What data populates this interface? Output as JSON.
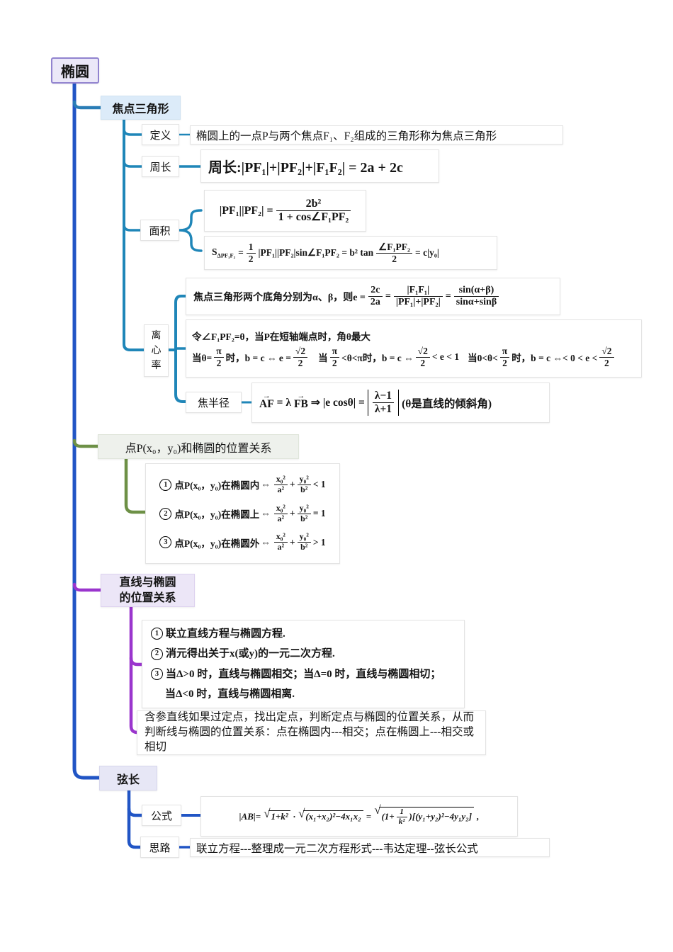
{
  "root": {
    "label": "椭圆"
  },
  "sym": {
    "sqrt": "√",
    "vec_arrow": "→"
  },
  "colors": {
    "trunk": "#2155c5",
    "focal_branch": "#1f86b8",
    "point_branch": "#6d9046",
    "line_branch": "#9a35cd",
    "chord_branch": "#2155c5",
    "root_bg": "#ebe8f8",
    "root_border": "#9183cf",
    "focal_bg": "#dcebf9",
    "point_bg": "#eef1ec",
    "line_bg": "#ece6f7",
    "chord_bg": "#e7e7f6"
  },
  "focal_triangle": {
    "label": "焦点三角形",
    "definition": {
      "label": "定义",
      "text": "椭圆上的一点P与两个焦点F₁、F₂组成的三角形称为焦点三角形"
    },
    "perimeter": {
      "label": "周长",
      "formula": "周长:|PF₁|+|PF₂|+|F₁F₂| = 2a + 2c"
    },
    "area": {
      "label": "面积",
      "formula1": {
        "lhs": "|PF₁||PF₂| =",
        "num": "2b²",
        "den": "1 + cos∠F₁PF₂"
      },
      "formula2": {
        "s": "S",
        "s_sub": "ΔPF₁F₂",
        "eq": "=",
        "f1num": "1",
        "f1den": "2",
        "mid": "|PF₁||PF₂|sin∠F₁PF₂ = b² tan",
        "f2num": "∠F₁PF₂",
        "f2den": "2",
        "tail": "= c|y₀|"
      }
    },
    "eccentricity": {
      "label": "离心率",
      "base_angles": {
        "prefix": "焦点三角形两个底角分别为α、β，则e =",
        "f1num": "2c",
        "f1den": "2a",
        "eq1": "=",
        "f2num": "|F₁F₁|",
        "f2den": "|PF₁|+|PF₂|",
        "eq2": "=",
        "f3num": "sin(α+β)",
        "f3den": "sinα+sinβ"
      },
      "theta": {
        "line1": "令∠F₁PF₂=θ，当P在短轴端点时，角θ最大",
        "case1": {
          "p1": "当θ=",
          "f1num": "π",
          "f1den": "2",
          "p2": "时，b = c ⇔ e =",
          "f2num": "√2",
          "f2den": "2"
        },
        "case2": {
          "p1": "当",
          "f1num": "π",
          "f1den": "2",
          "p2": "<θ<π时，b = c ⇔",
          "f2num": "√2",
          "f2den": "2",
          "p3": "< e < 1"
        },
        "case3": {
          "p1": "当0<θ<",
          "f1num": "π",
          "f1den": "2",
          "p2": "时，b = c ⇔< 0 < e <",
          "f2num": "√2",
          "f2den": "2"
        }
      }
    },
    "focal_radius": {
      "label": "焦半径",
      "vec1": "AF",
      "eq1": "= λ",
      "vec2": "FB",
      "arrow": "⇒",
      "mid": "|e cosθ| =",
      "fnum": "λ−1",
      "fden": "λ+1",
      "tail": "(θ是直线的倾斜角)"
    }
  },
  "point_position": {
    "label": "点P(x₀，y₀)和椭圆的位置关系",
    "cases": [
      {
        "num": "1",
        "text": "点P(x₀，y₀)在椭圆内",
        "iff": "⇔",
        "f1num": "x₀²",
        "f1den": "a²",
        "plus": "+",
        "f2num": "y₀²",
        "f2den": "b²",
        "cmp": "< 1"
      },
      {
        "num": "2",
        "text": "点P(x₀，y₀)在椭圆上",
        "iff": "⇔",
        "f1num": "x₀²",
        "f1den": "a²",
        "plus": "+",
        "f2num": "y₀²",
        "f2den": "b²",
        "cmp": "= 1"
      },
      {
        "num": "3",
        "text": "点P(x₀，y₀)在椭圆外",
        "iff": "⇔",
        "f1num": "x₀²",
        "f1den": "a²",
        "plus": "+",
        "f2num": "y₀²",
        "f2den": "b²",
        "cmp": "> 1"
      }
    ]
  },
  "line_position": {
    "label_line1": "直线与椭圆",
    "label_line2": "的位置关系",
    "steps": [
      {
        "num": "1",
        "text": "联立直线方程与椭圆方程."
      },
      {
        "num": "2",
        "text": "消元得出关于x(或y)的一元二次方程."
      },
      {
        "num": "3",
        "text": "当Δ>0 时，直线与椭圆相交；当Δ=0 时，直线与椭圆相切；"
      },
      {
        "num": "",
        "text": "当Δ<0 时，直线与椭圆相离."
      }
    ],
    "note": "含参直线如果过定点，找出定点，判断定点与椭圆的位置关系，从而判断线与椭圆的位置关系：点在椭圆内---相交；点在椭圆上---相交或相切"
  },
  "chord": {
    "label": "弦长",
    "formula": {
      "label": "公式",
      "p1": "|AB|=",
      "r1": "1+k²",
      "dot": "·",
      "r2": "(x₁+x₂)²−4x₁x₂",
      "eq": "=",
      "r3a": "(1+",
      "r3num": "1",
      "r3den": "k²",
      "r3b": ")[(y₁+y₂)²−4y₁y₂]",
      "comma": ","
    },
    "approach": {
      "label": "思路",
      "text": "联立方程---整理成一元二次方程形式---韦达定理--弦长公式"
    }
  }
}
